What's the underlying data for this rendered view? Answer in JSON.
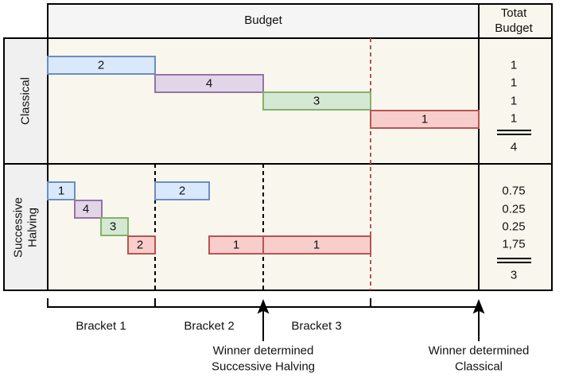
{
  "header": {
    "budget": "Budget",
    "total_line1": "Totat",
    "total_line2": "Budget"
  },
  "rows": {
    "classical": "Classical",
    "sh_line1": "Successive",
    "sh_line2": "Halving"
  },
  "classical": {
    "bars": [
      "2",
      "4",
      "3",
      "1"
    ],
    "totals": [
      "1",
      "1",
      "1",
      "1"
    ],
    "sum": "4"
  },
  "successive_halving": {
    "bracket1_bars": [
      "1",
      "4",
      "3",
      "2"
    ],
    "bracket2_bar": "2",
    "bracket3_bars": [
      "1",
      "1"
    ],
    "totals": [
      "0.75",
      "0.25",
      "0.25",
      "1,75"
    ],
    "sum": "3"
  },
  "axis": {
    "bracket1": "Bracket 1",
    "bracket2": "Bracket 2",
    "bracket3": "Bracket 3",
    "winner_sh_line1": "Winner determined",
    "winner_sh_line2": "Successive Halving",
    "winner_cl_line1": "Winner determined",
    "winner_cl_line2": "Classical"
  },
  "colors": {
    "blue_fill": "#dae8fc",
    "blue_stroke": "#6c8ebf",
    "purple_fill": "#e1d5e7",
    "purple_stroke": "#9673a6",
    "green_fill": "#d5e8d4",
    "green_stroke": "#82b366",
    "red_fill": "#f8cecc",
    "red_stroke": "#b85450",
    "panel": "#f9f7ed",
    "header": "#f5f5f5"
  }
}
